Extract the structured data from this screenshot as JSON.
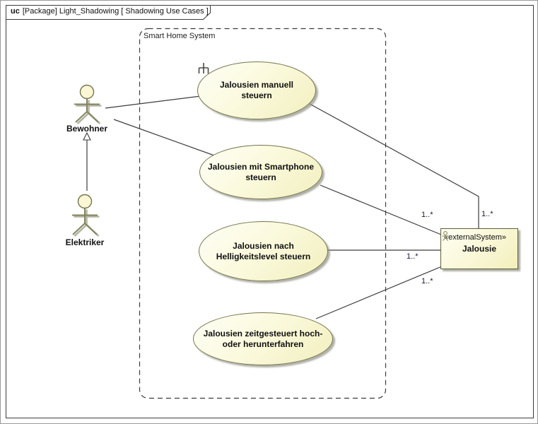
{
  "frame": {
    "keyword": "uc",
    "title": "[Package] Light_Shadowing [ Shadowing Use Cases ]"
  },
  "boundary": {
    "label": "Smart Home System"
  },
  "actors": [
    {
      "name": "Bewohner"
    },
    {
      "name": "Elektriker"
    }
  ],
  "use_cases": [
    {
      "name": "Jalousien manuell steuern",
      "lines": [
        "Jalousien manuell",
        "steuern"
      ],
      "decoration": "rake-icon"
    },
    {
      "name": "Jalousien mit Smartphone steuern",
      "lines": [
        "Jalousien mit Smartphone",
        "steuern"
      ]
    },
    {
      "name": "Jalousien nach Helligkeitslevel steuern",
      "lines": [
        "Jalousien nach",
        "Helligkeitslevel steuern"
      ]
    },
    {
      "name": "Jalousien zeitgesteuert hoch- oder herunterfahren",
      "lines": [
        "Jalousien zeitgesteuert hoch-",
        "oder herunterfahren"
      ]
    }
  ],
  "external_system": {
    "stereotype": "«externalSystem»",
    "name": "Jalousie",
    "icon": "actor-icon"
  },
  "relationships": {
    "generalization": {
      "from": "Elektriker",
      "to": "Bewohner"
    },
    "associations": [
      {
        "from": "Bewohner",
        "to": "Jalousien manuell steuern"
      },
      {
        "from": "Bewohner",
        "to": "Jalousien mit Smartphone steuern"
      },
      {
        "from": "Jalousien manuell steuern",
        "to": "Jalousie",
        "target_multiplicity": "1..*"
      },
      {
        "from": "Jalousien mit Smartphone steuern",
        "to": "Jalousie",
        "target_multiplicity": "1..*"
      },
      {
        "from": "Jalousien nach Helligkeitslevel steuern",
        "to": "Jalousie",
        "target_multiplicity": "1..*"
      },
      {
        "from": "Jalousien zeitgesteuert hoch- oder herunterfahren",
        "to": "Jalousie",
        "target_multiplicity": "1..*"
      }
    ]
  },
  "colors": {
    "shape_fill_light": "#fefef6",
    "shape_fill_dark": "#f2efbe",
    "shape_border": "#75754f",
    "actor_stroke": "#84845e",
    "shadow": "#b5b5a5",
    "connector": "#3c3c3c",
    "text": "#111111"
  }
}
